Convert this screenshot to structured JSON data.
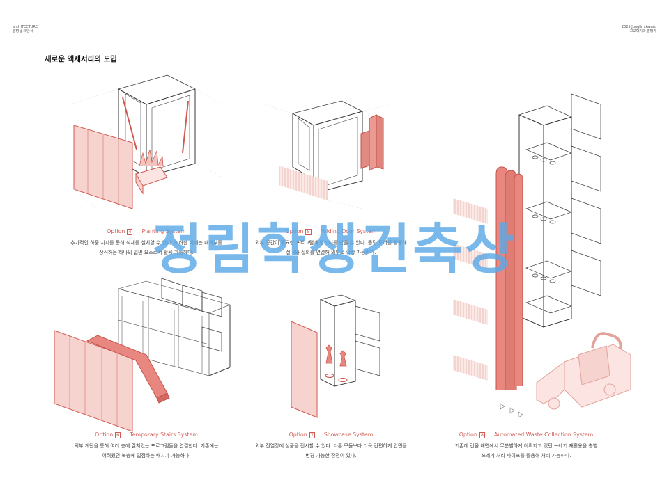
{
  "header": {
    "left": [
      "arcHITECTURE",
      "발명품 제안서"
    ],
    "right": [
      "2025 Junglim Award",
      "고교학지와 발명가"
    ]
  },
  "section_title": "새로운 액세서리의 도입",
  "watermark": "정림학생건축상",
  "colors": {
    "accent": "#d15a52",
    "pink": "#f6d3cf",
    "line": "#3a3a3a",
    "watermark": "#5aa8e6"
  },
  "options": [
    {
      "label": "Option",
      "num": "4",
      "name": "Planting System",
      "desc": [
        "추가적인 하중 지지를 통해 식재를 설치할 수 있다. 이러한 식재는 내외부를",
        "장식하는 하나의 입면 요소로서 활용 가능하다."
      ]
    },
    {
      "label": "Option",
      "num": "5",
      "name": "Folding Door System",
      "desc": [
        "외부 공간이 필요한 프로그램에 발코니를 만들 수 있다. 폴딩 도어를 활용해",
        "실내와 실외를 연결해 외부로 확장 가능하다."
      ]
    },
    {
      "label": "Option",
      "num": "6",
      "name": "Temporary Stairs System",
      "desc": [
        "외부 계단을 통해 여러 층에 걸쳐있는 프로그램들을 연결한다. 기존에는",
        "어려웠던 복층에 입점하는 배치가 가능하다."
      ]
    },
    {
      "label": "Option",
      "num": "7",
      "name": "Showcase System",
      "desc": [
        "외부 진열장에 상품을 전시할 수 있다. 다른 모듈보다 더욱 간편하게 입면을",
        "변경 가능한 장점이 있다."
      ]
    },
    {
      "label": "Option",
      "num": "8",
      "name": "Automated Waste Collection System",
      "desc": [
        "기존에 건물 배면에서 무분별하게 이뤄지고 있던 쓰레기 재활용을 층별",
        "쓰레기 처리 파이프를 활용해 처리 가능하다."
      ]
    }
  ]
}
